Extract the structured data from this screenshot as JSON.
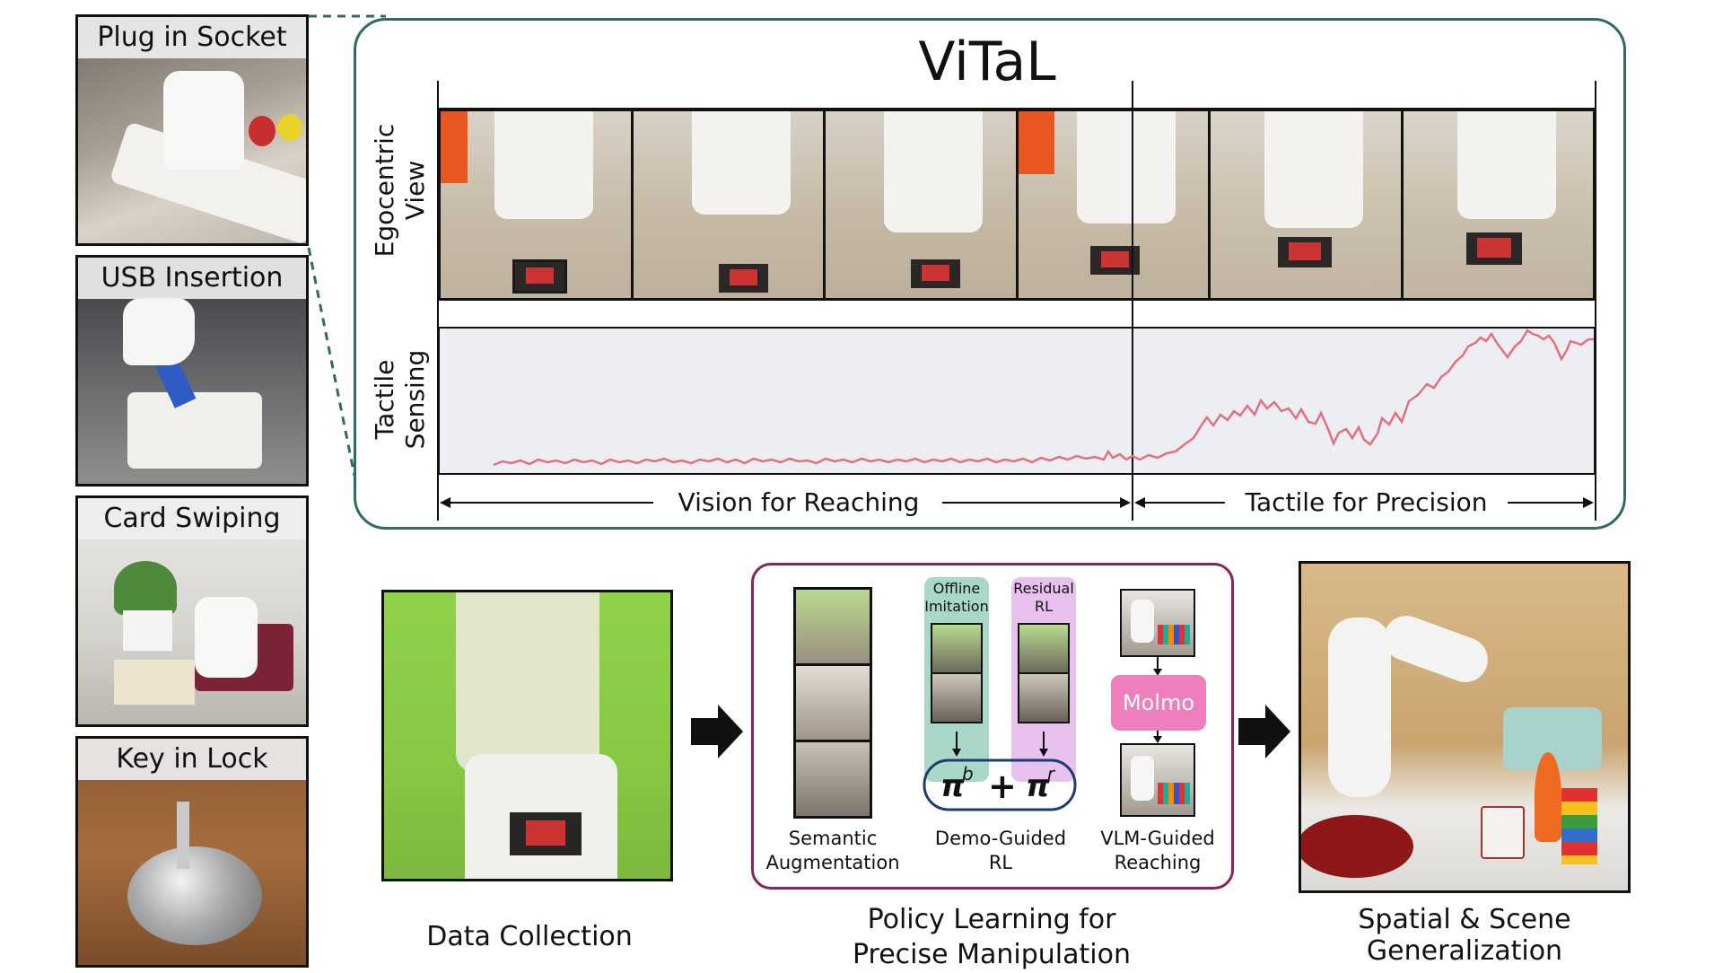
{
  "tasks": [
    {
      "label": "Plug in Socket"
    },
    {
      "label": "USB Insertion"
    },
    {
      "label": "Card Swiping"
    },
    {
      "label": "Key in Lock"
    }
  ],
  "vital": {
    "title": "ViTaL",
    "row_label_view_line1": "Egocentric",
    "row_label_view_line2": "View",
    "row_label_tactile_line1": "Tactile",
    "row_label_tactile_line2": "Sensing",
    "phase_left": "Vision for Reaching",
    "phase_right": "Tactile for Precision"
  },
  "pipeline": {
    "data_collection": "Data Collection",
    "policy_line1": "Policy Learning for",
    "policy_line2": "Precise Manipulation",
    "generalization_line1": "Spatial & Scene",
    "generalization_line2": "Generalization",
    "semantic_line1": "Semantic",
    "semantic_line2": "Augmentation",
    "offline_line1": "Offline",
    "offline_line2": "Imitation",
    "residual_line1": "Residual",
    "residual_line2": "RL",
    "demo_line1": "Demo-Guided",
    "demo_line2": "RL",
    "vlm_line1": "VLM-Guided",
    "vlm_line2": "Reaching",
    "molmo": "Molmo"
  },
  "colors": {
    "vital_frame": "#2f6b62",
    "policy_frame": "#8a2457",
    "tactile_line": "#e2707e",
    "tactile_bg": "#eceef3",
    "offline_fill": "#a9d8c8",
    "residual_fill": "#e9c1ef",
    "molmo_fill": "#ef7fbc"
  }
}
